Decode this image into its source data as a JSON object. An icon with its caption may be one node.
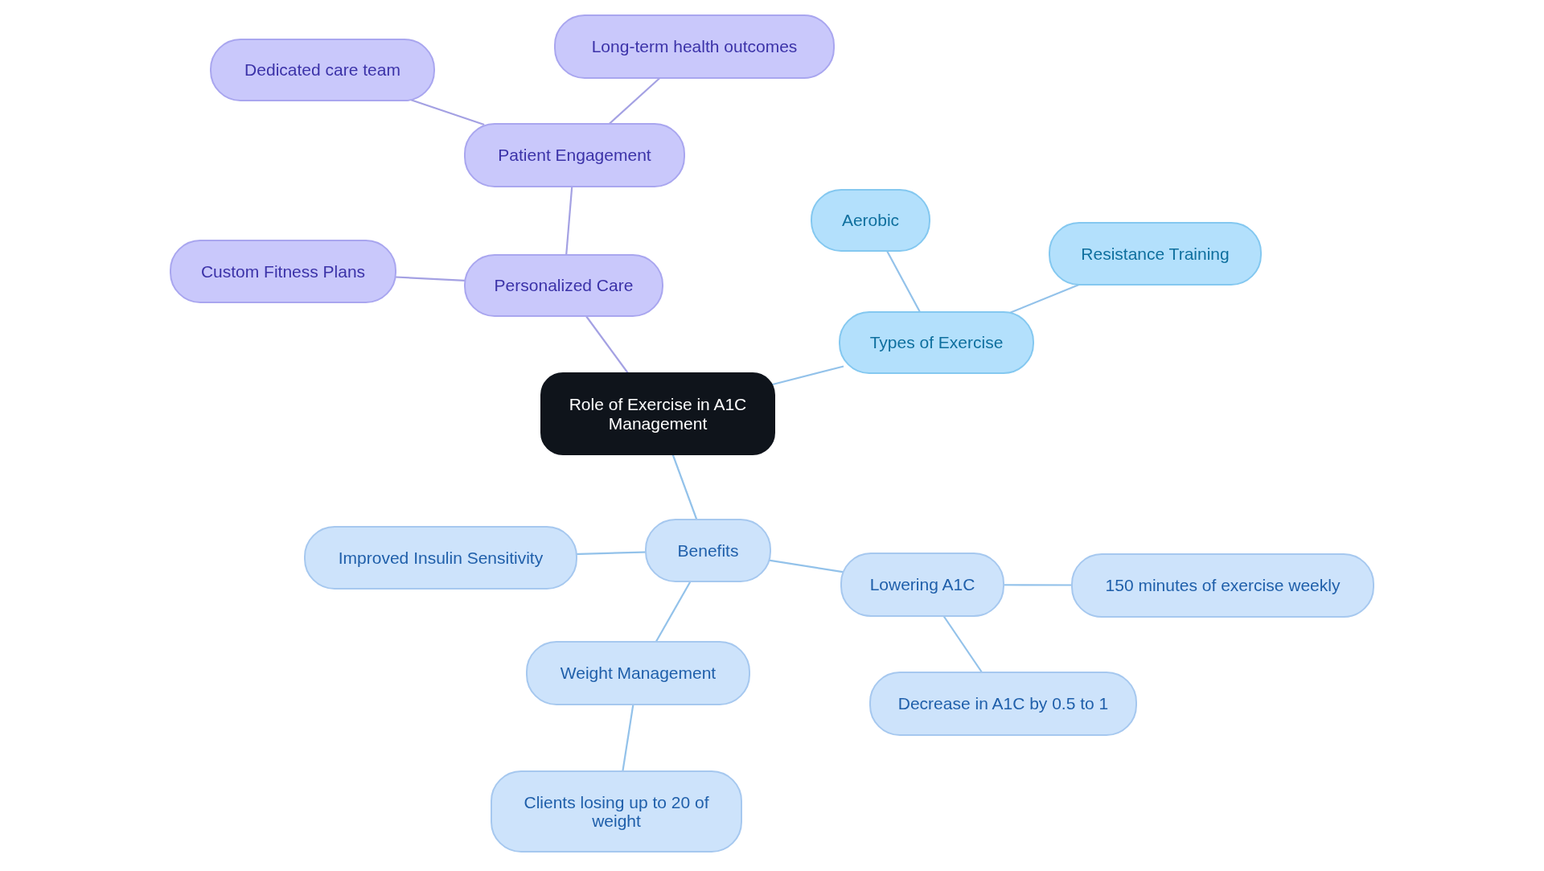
{
  "diagram": {
    "nodes": [
      {
        "text": [
          "Role of Exercise in A1C Management"
        ]
      },
      {
        "text": [
          "Personalized Care"
        ]
      },
      {
        "text": [
          "Patient Engagement"
        ]
      },
      {
        "text": [
          "Dedicated care team"
        ]
      },
      {
        "text": [
          "Long-term health outcomes"
        ]
      },
      {
        "text": [
          "Custom Fitness Plans"
        ]
      },
      {
        "text": [
          "Types of Exercise"
        ]
      },
      {
        "text": [
          "Aerobic"
        ]
      },
      {
        "text": [
          "Resistance Training"
        ]
      },
      {
        "text": [
          "Benefits"
        ]
      },
      {
        "text": [
          "Improved Insulin Sensitivity"
        ]
      },
      {
        "text": [
          "Lowering A1C"
        ]
      },
      {
        "text": [
          "150 minutes of exercise weekly"
        ]
      },
      {
        "text": [
          "Decrease in A1C by 0.5 to 1"
        ]
      },
      {
        "text": [
          "Weight Management"
        ]
      },
      {
        "text": [
          "Clients losing up to 20 of weight"
        ]
      }
    ],
    "edges": [
      {
        "from": 0,
        "to": 1,
        "arrow": "none",
        "color": "#a4a1e3"
      },
      {
        "from": 1,
        "to": 2,
        "arrow": "none",
        "color": "#a4a1e3"
      },
      {
        "from": 2,
        "to": 3,
        "arrow": "none",
        "color": "#a4a1e3"
      },
      {
        "from": 2,
        "to": 4,
        "arrow": "none",
        "color": "#a4a1e3"
      },
      {
        "from": 1,
        "to": 5,
        "arrow": "none",
        "color": "#a4a1e3"
      },
      {
        "from": 0,
        "to": 6,
        "arrow": "none"
      },
      {
        "from": 6,
        "to": 7,
        "arrow": "none"
      },
      {
        "from": 6,
        "to": 8,
        "arrow": "none"
      },
      {
        "from": 0,
        "to": 9,
        "arrow": "none"
      },
      {
        "from": 9,
        "to": 10,
        "arrow": "none"
      },
      {
        "from": 9,
        "to": 11,
        "arrow": "none"
      },
      {
        "from": 11,
        "to": 12,
        "arrow": "none"
      },
      {
        "from": 11,
        "to": 13,
        "arrow": "none"
      },
      {
        "from": 9,
        "to": 14,
        "arrow": "none"
      },
      {
        "from": 14,
        "to": 15,
        "arrow": "none"
      }
    ]
  }
}
